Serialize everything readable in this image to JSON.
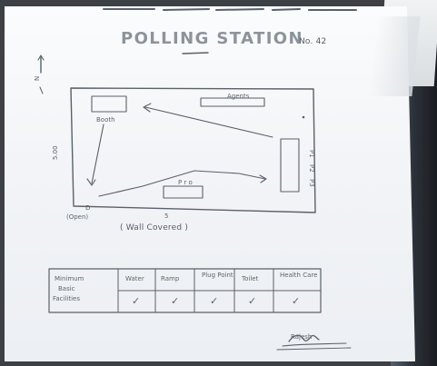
{
  "document": {
    "title": "POLLING STATION",
    "title_suffix": "No. 42",
    "direction_label": "N",
    "side_dimension": "5.00",
    "bottom_dimension": "5",
    "entrance_label": "D",
    "entrance_note": "(Open)",
    "compound_label": "( Wall Covered )",
    "labels": {
      "booth": "Booth",
      "agents": "Agents",
      "pro": "P r o",
      "side_code_1": "P1",
      "side_code_2": "P2",
      "side_code_3": "P3"
    },
    "facilities_table": {
      "header_labels": {
        "line_1": "Minimum",
        "line_2": "Basic",
        "line_3": "Facilities"
      },
      "columns": [
        "Water",
        "Ramp",
        "Plug Point",
        "Toilet",
        "Health Care"
      ],
      "checks": [
        "✓",
        "✓",
        "✓",
        "✓",
        "✓"
      ]
    },
    "signature": "Rajesh"
  }
}
